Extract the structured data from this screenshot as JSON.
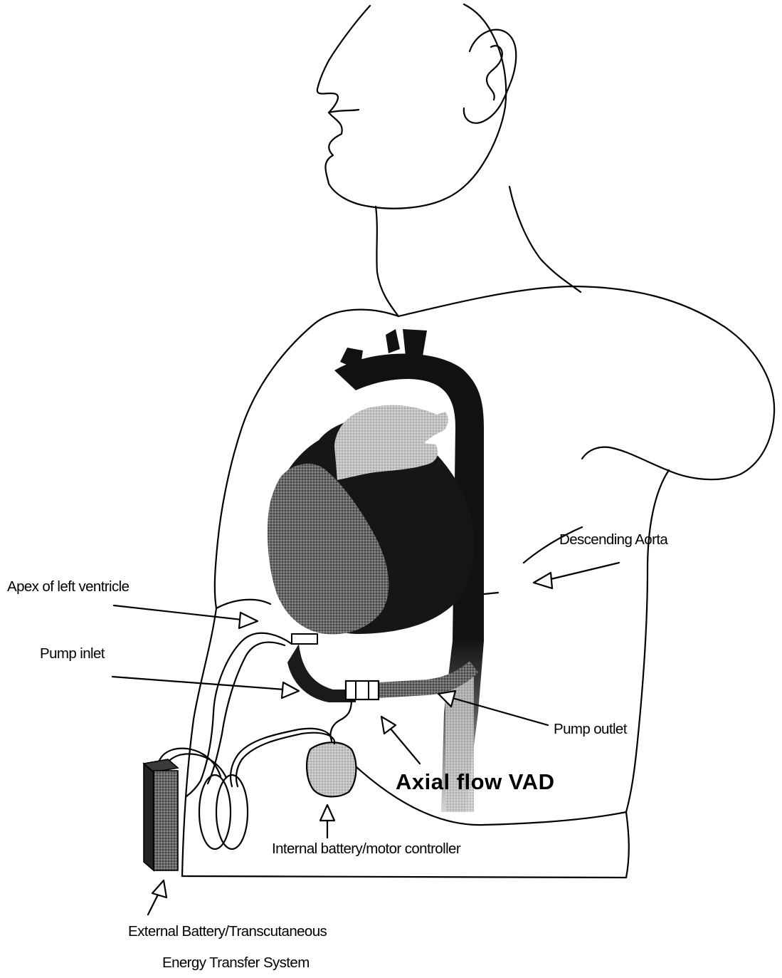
{
  "labels": {
    "apex": "Apex of left ventricle",
    "pump_inlet": "Pump inlet",
    "descending_aorta": "Descending Aorta",
    "pump_outlet": "Pump outlet",
    "axial_flow_vad": "Axial flow  VAD",
    "internal_battery": "Internal battery/motor controller",
    "external_battery_line1": "External Battery/Transcutaneous",
    "external_battery_line2": "Energy Transfer System"
  },
  "colors": {
    "ink": "#000000",
    "paper": "#ffffff",
    "heart_dark": "#1a1a1a",
    "heart_mid": "#5a5a5a",
    "pulmonary": "#bdbdbd",
    "controller": "#c8c8c8",
    "aorta_fade": "#d9d9d9"
  }
}
